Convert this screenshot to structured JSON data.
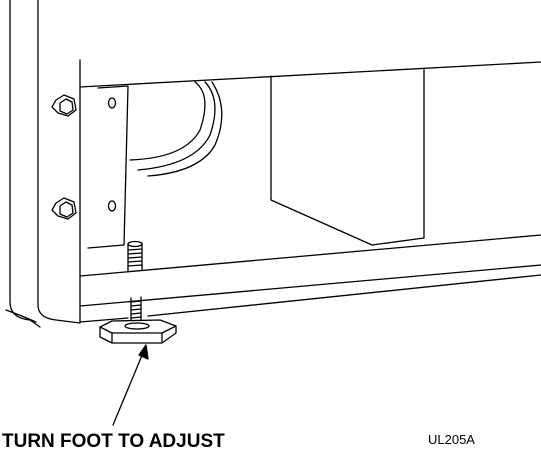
{
  "callout": {
    "text": "TURN FOOT TO ADJUST"
  },
  "figure_id": {
    "text": "UL205A"
  },
  "colors": {
    "line": "#000000",
    "fill": "#ffffff"
  },
  "icons": {
    "bolt": "hex-bolt-head",
    "foot": "adjustable-leveling-foot",
    "arrow": "arrow-pointer"
  }
}
